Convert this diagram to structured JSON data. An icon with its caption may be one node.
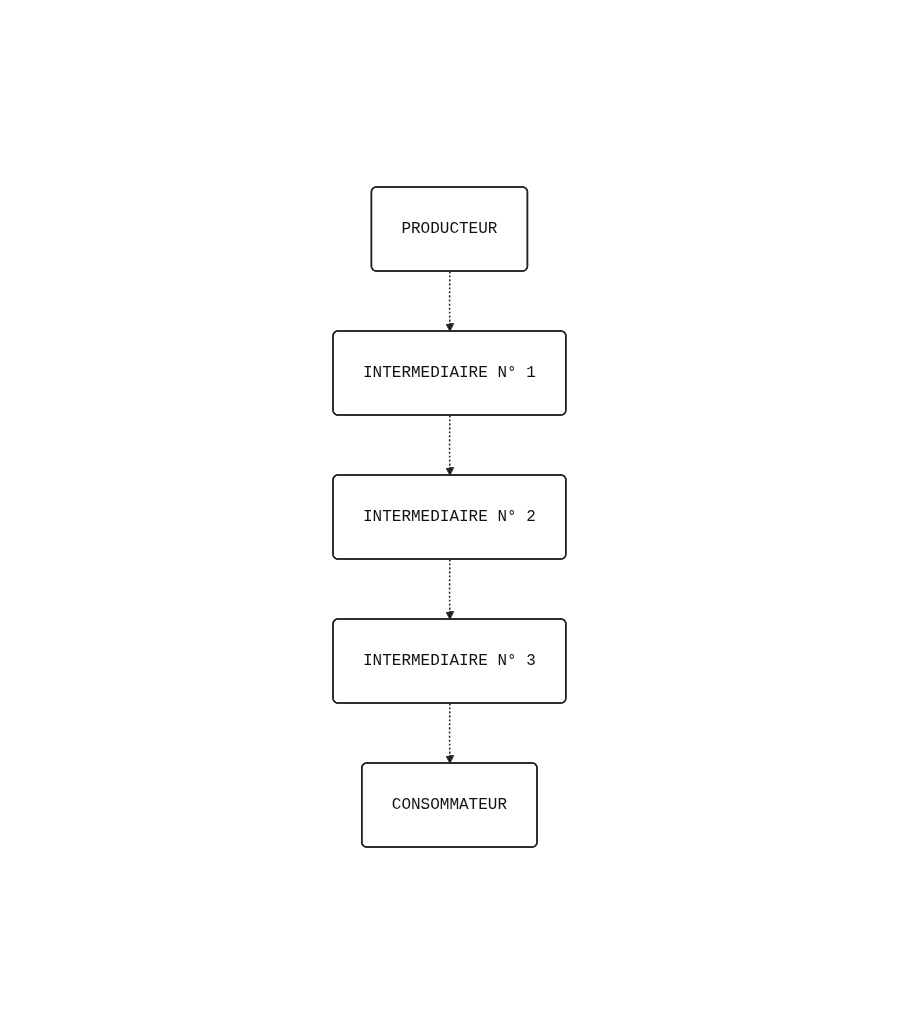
{
  "diagram": {
    "nodes": [
      {
        "text": [
          "PRODUCTEUR"
        ]
      },
      {
        "text": [
          "INTERMEDIAIRE N° 1"
        ]
      },
      {
        "text": [
          "INTERMEDIAIRE N° 2"
        ]
      },
      {
        "text": [
          "INTERMEDIAIRE N° 3"
        ]
      },
      {
        "text": [
          "CONSOMMATEUR"
        ]
      }
    ],
    "edges": [
      {
        "from": 0,
        "to": 1,
        "arrow": "to",
        "style": "dashed"
      },
      {
        "from": 1,
        "to": 2,
        "arrow": "to",
        "style": "dashed"
      },
      {
        "from": 2,
        "to": 3,
        "arrow": "to",
        "style": "dashed"
      },
      {
        "from": 3,
        "to": 4,
        "arrow": "to",
        "style": "dashed"
      }
    ]
  }
}
